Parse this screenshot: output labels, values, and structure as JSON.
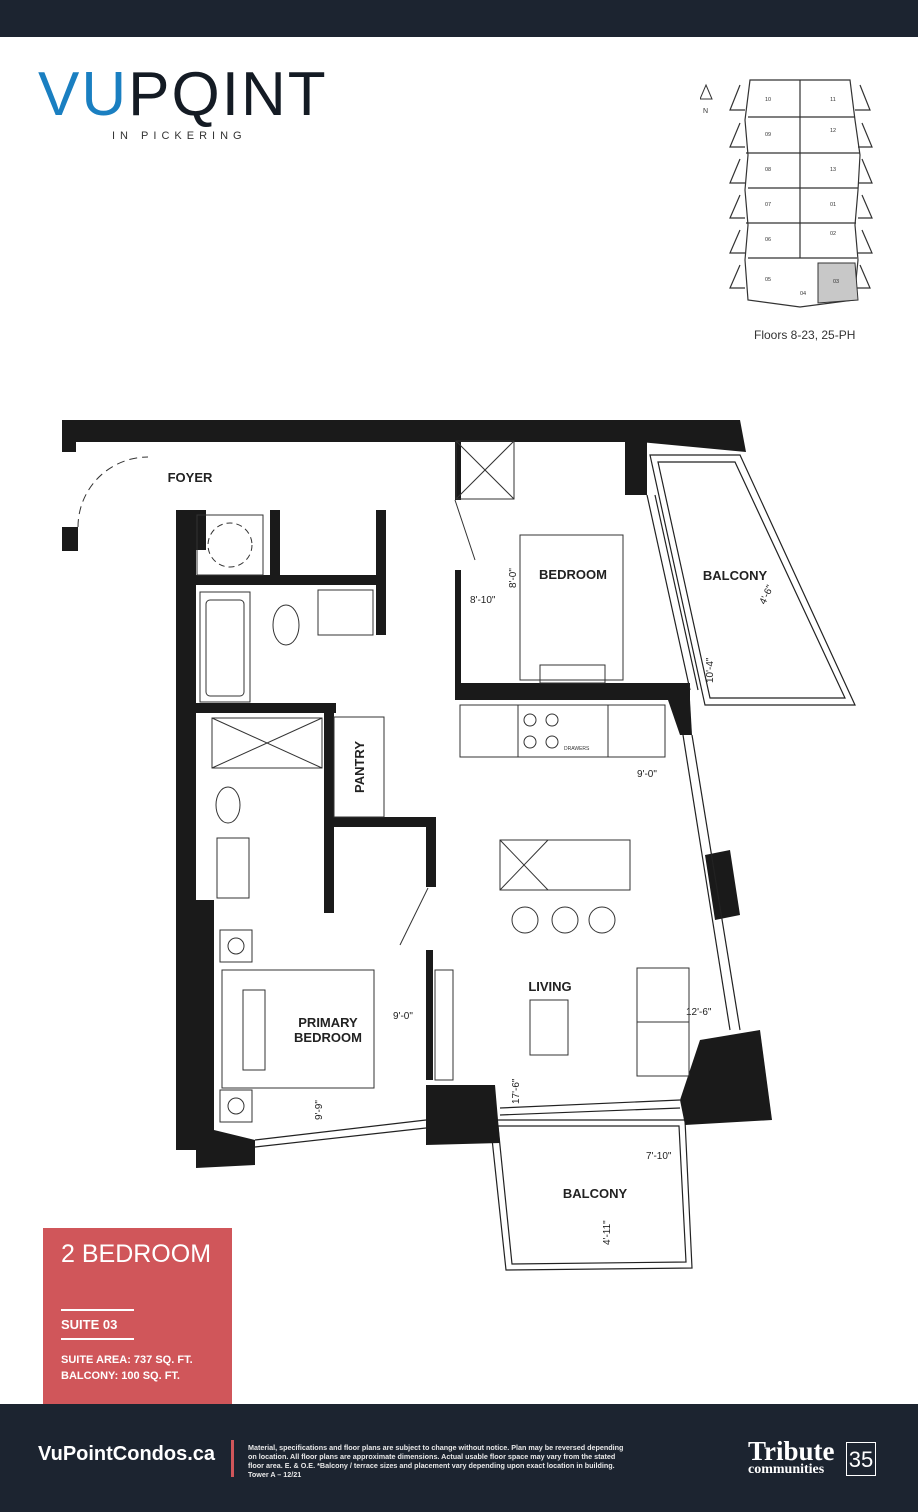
{
  "brand": {
    "logo_vu": "VU",
    "logo_point": "PQINT",
    "logo_sub": "IN PICKERING"
  },
  "keyplan": {
    "north": "N",
    "floors": "Floors 8-23, 25-PH",
    "units": [
      "10",
      "11",
      "09",
      "12",
      "08",
      "13",
      "07",
      "01",
      "06",
      "02",
      "05",
      "04",
      "03"
    ],
    "highlighted": "03"
  },
  "plan": {
    "rooms": {
      "foyer": "FOYER",
      "bedroom": "BEDROOM",
      "balcony_upper": "BALCONY",
      "pantry": "PANTRY",
      "living": "LIVING",
      "primary_1": "PRIMARY",
      "primary_2": "BEDROOM",
      "balcony_lower": "BALCONY",
      "drawers": "DRAWERS"
    },
    "dims": {
      "bed_w": "8'-10\"",
      "bed_l": "8'-0\"",
      "bal_up_w": "4'-6\"",
      "bal_up_l": "10'-4\"",
      "kitchen": "9'-0\"",
      "living_w": "12'-6\"",
      "primary_w": "9'-0\"",
      "primary_l": "9'-9\"",
      "living_l": "17'-6\"",
      "bal_lo_w": "7'-10\"",
      "bal_lo_l": "4'-11\""
    }
  },
  "suite": {
    "type": "2 BEDROOM",
    "name": "SUITE 03",
    "area": "SUITE AREA: 737 SQ. FT.",
    "balcony": "BALCONY: 100 SQ. FT."
  },
  "footer": {
    "site": "VuPointCondos.ca",
    "legal": "Material, specifications and floor plans are subject to change without notice. Plan may be reversed depending on location. All floor plans are approximate dimensions. Actual usable floor space may vary from the stated floor area.  E. & O.E.  *Balcony / terrace sizes and placement vary depending upon exact location in building. Tower A – 12/21",
    "brand_1": "Tribute",
    "brand_2": "communities",
    "years": "35"
  },
  "colors": {
    "navy": "#1c2430",
    "accent_red": "#d0565a",
    "brand_blue": "#1a7fc1"
  }
}
